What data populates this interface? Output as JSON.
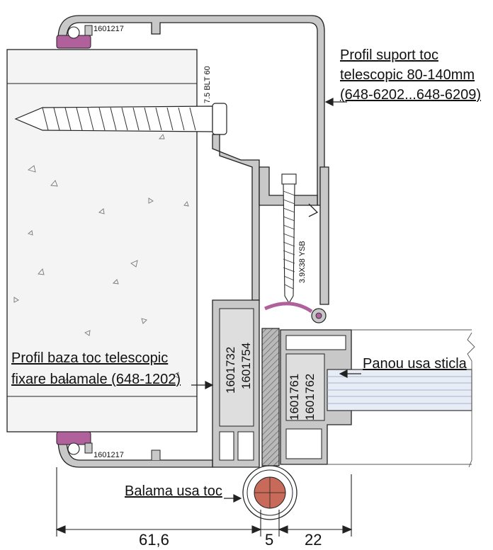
{
  "labels": {
    "support_line1": "Profil suport toc",
    "support_line2": "telescopic 80-140mm",
    "support_line3": "(648-6202...648-6209)",
    "base_line1": "Profil baza toc telescopic",
    "base_line2": "fixare balamale (648-1202)",
    "panel": "Panou usa sticla",
    "hinge": "Balama usa toc"
  },
  "codes": {
    "seal_top": "1601217",
    "seal_bottom": "1601217",
    "screw_wall": "7.5 BLT 60",
    "screw_frame": "3.9X38 YSB",
    "base_a": "1601732",
    "base_b": "1601754",
    "leaf_a": "1601761",
    "leaf_b": "1601762"
  },
  "dimensions": {
    "d1": "61,6",
    "d2": "5",
    "d3": "22"
  },
  "colors": {
    "line": "#222222",
    "profile_fill": "#c8c8c8",
    "insert_fill": "#dedede",
    "gasket": "#b0609a",
    "wall": "#f4f4f4",
    "glass": "#e8ecf4"
  }
}
